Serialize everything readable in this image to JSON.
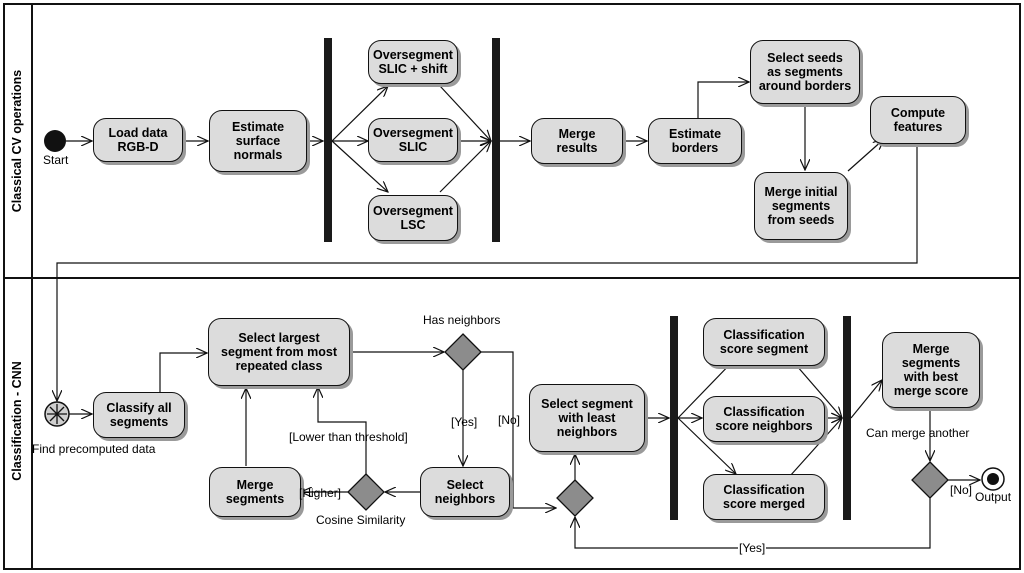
{
  "lanes": {
    "top": "Classical CV operations",
    "bottom": "Classification - CNN"
  },
  "nodes": {
    "load_data": "Load data\nRGB-D",
    "estimate_normals": "Estimate\nsurface\nnormals",
    "overseg_shift": "Oversegment\nSLIC + shift",
    "overseg_slic": "Oversegment\nSLIC",
    "overseg_lsc": "Oversegment\nLSC",
    "merge_results": "Merge\nresults",
    "estimate_borders": "Estimate\nborders",
    "select_seeds": "Select seeds\nas segments\naround borders",
    "merge_initial": "Merge initial\nsegments\nfrom seeds",
    "compute_features": "Compute\nfeatures",
    "classify_all": "Classify all\nsegments",
    "select_largest": "Select largest\nsegment from most\nrepeated class",
    "merge_segments": "Merge\nsegments",
    "select_neighbors": "Select\nneighbors",
    "select_least": "Select segment\nwith least\nneighbors",
    "class_segment": "Classification\nscore segment",
    "class_neighbors": "Classification\nscore neighbors",
    "class_merged": "Classification\nscore merged",
    "merge_best": "Merge\nsegments\nwith best\nmerge score"
  },
  "labels": {
    "start": "Start",
    "find_precomputed": "Find precomputed data",
    "has_neighbors": "Has neighbors",
    "yes_1": "[Yes]",
    "no_1": "[No]",
    "lower_threshold": "[Lower than threshold]",
    "higher": "[Higher]",
    "cosine": "Cosine Similarity",
    "can_merge": "Can merge another",
    "no_2": "[No]",
    "output": "Output",
    "yes_2": "[Yes]"
  },
  "colors": {
    "node_fill": "#dcdcdc",
    "diamond_fill": "#8c8c8c",
    "bar_fill": "#1a1a1a",
    "line": "#111111"
  }
}
